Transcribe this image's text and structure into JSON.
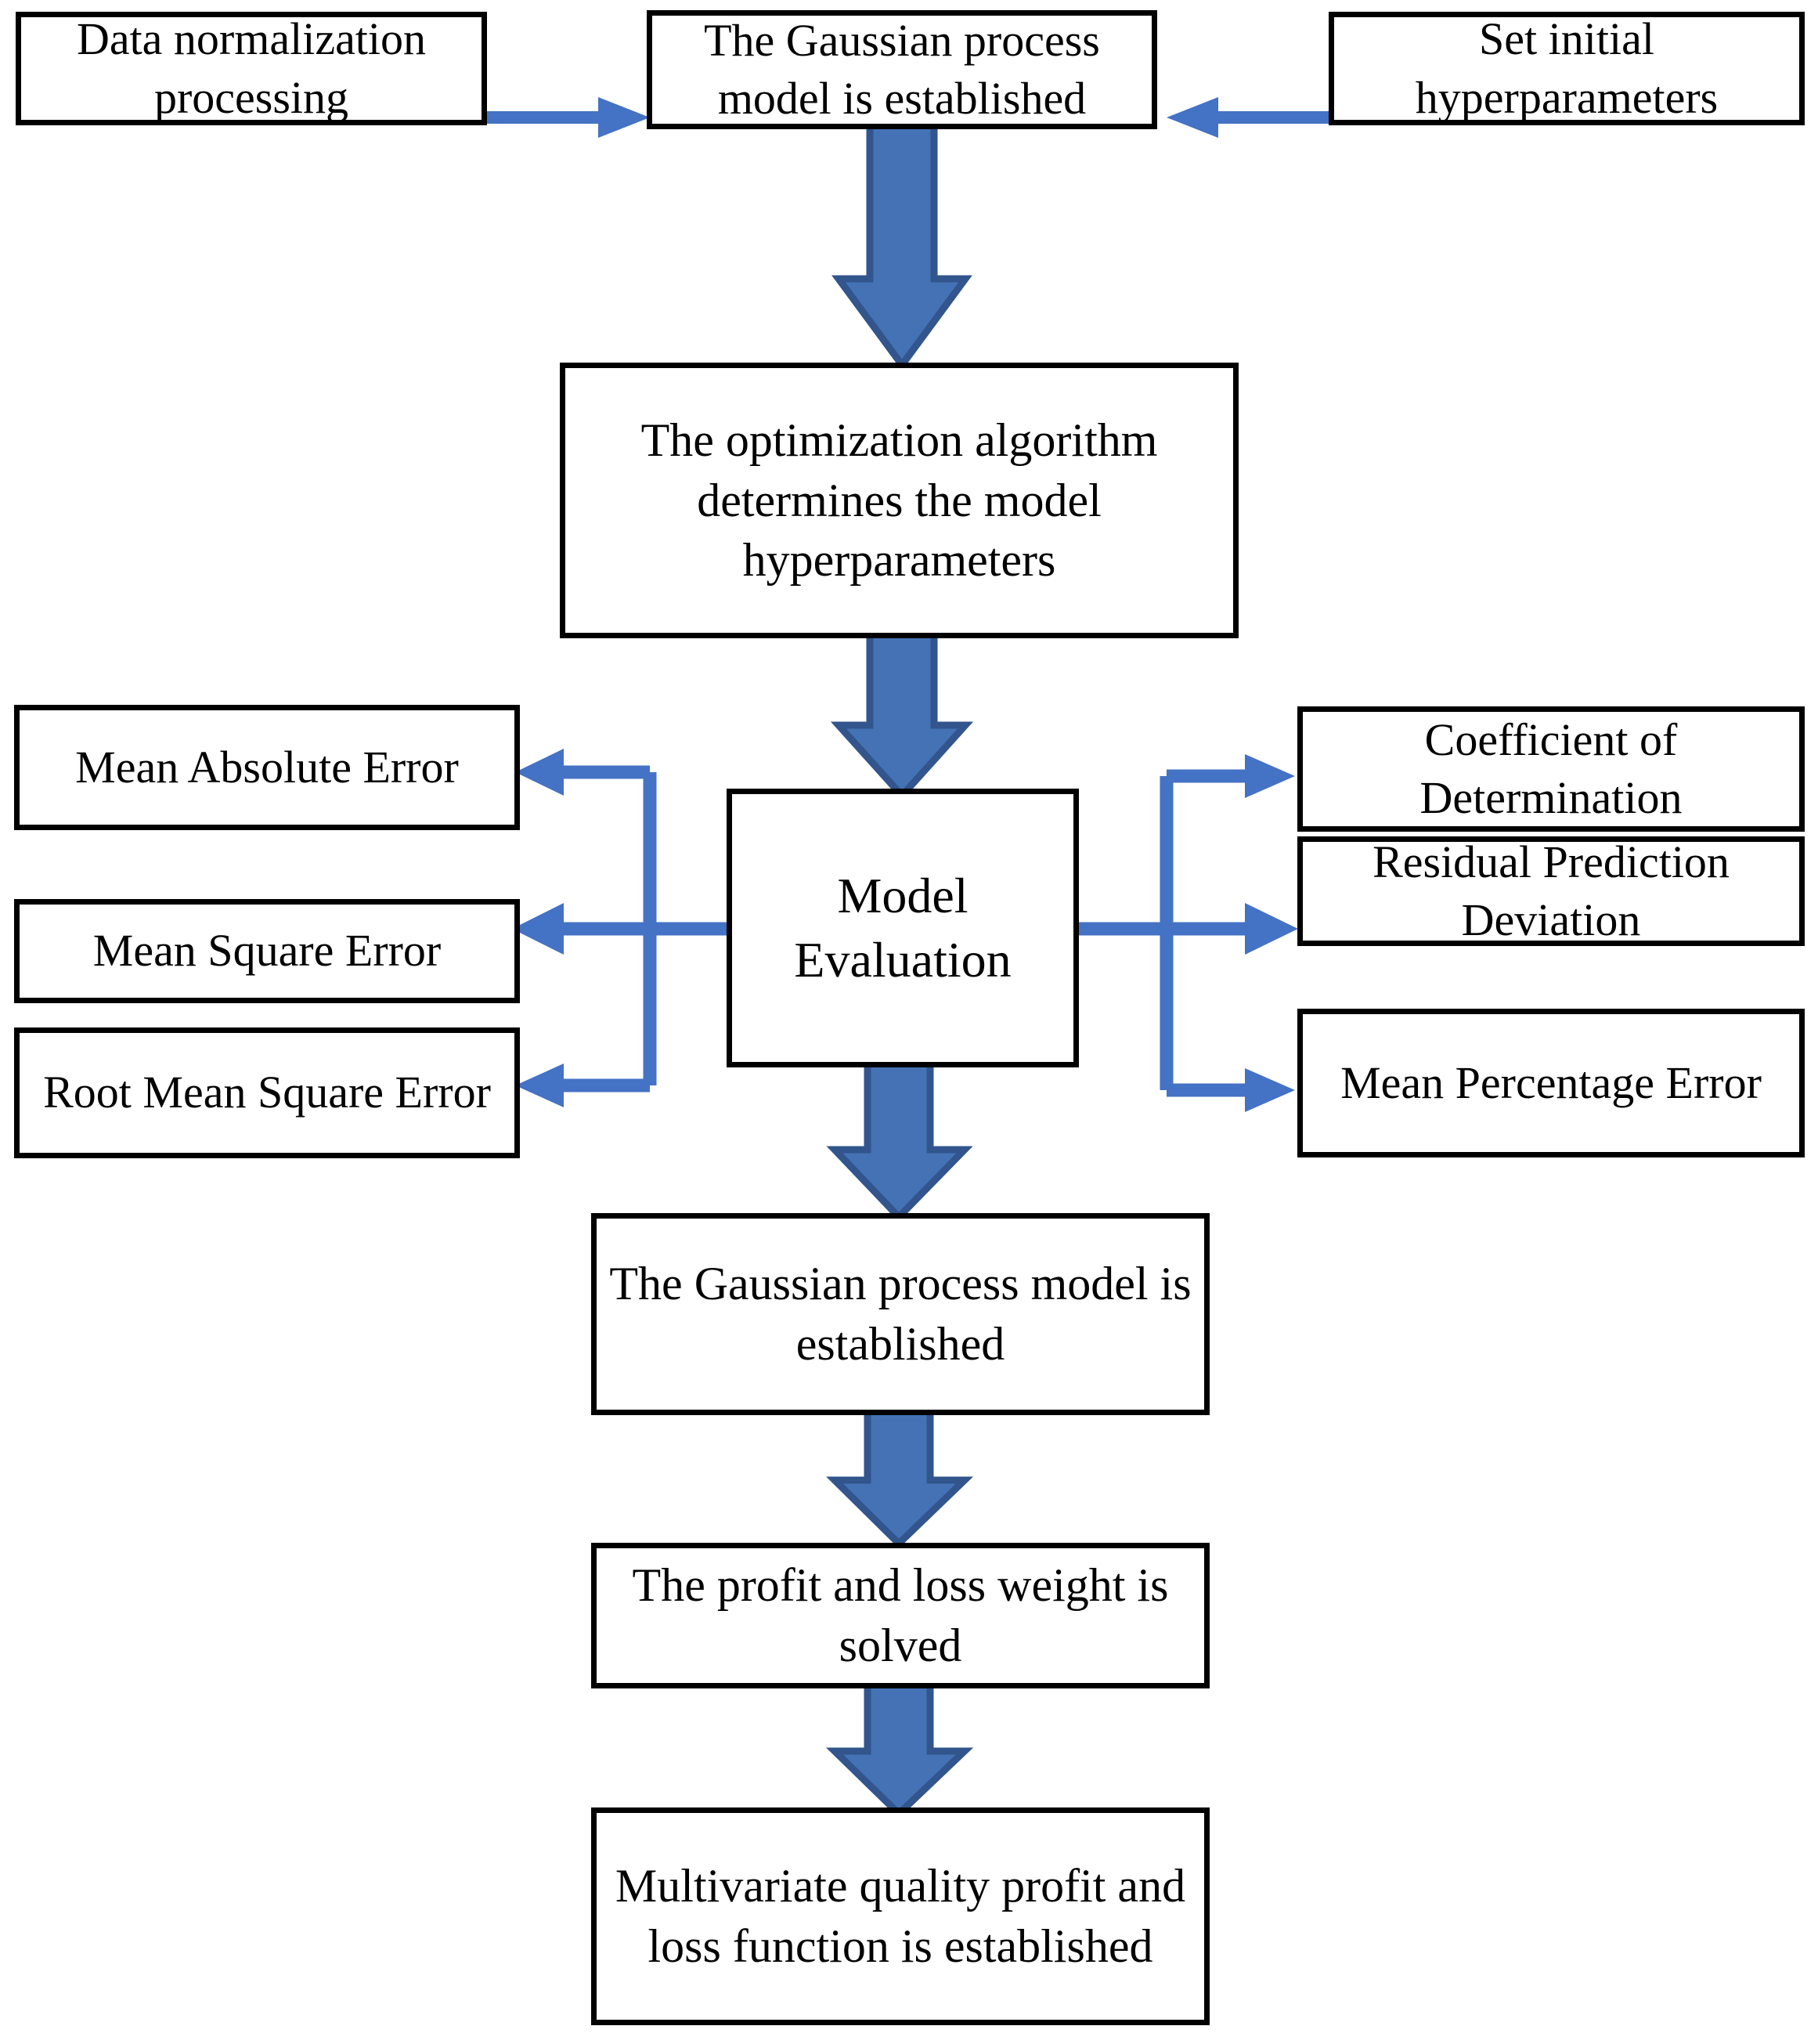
{
  "diagram": {
    "title": "Gaussian process model and multivariate quality profit and loss function flowchart",
    "colors": {
      "box_border": "#000000",
      "box_fill": "#ffffff",
      "text": "#000000",
      "block_arrow_fill": "#4472B5",
      "block_arrow_stroke": "#31558C",
      "line_arrow": "#4472C4"
    },
    "nodes": {
      "data_normalization": "Data normalization processing",
      "gaussian_model_top": "The Gaussian process model is established",
      "set_initial_hyperparameters": "Set initial hyperparameters",
      "optimization_algorithm": "The optimization algorithm determines the model hyperparameters",
      "model_evaluation": "Model Evaluation",
      "mean_absolute_error": "Mean Absolute Error",
      "mean_square_error": "Mean Square Error",
      "root_mean_square_error": "Root Mean Square Error",
      "coefficient_of_determination": "Coefficient of Determination",
      "residual_prediction_deviation": "Residual Prediction Deviation",
      "mean_percentage_error": "Mean Percentage Error",
      "gaussian_model_bottom": "The Gaussian process model is established",
      "profit_loss_weight": "The profit and loss weight is solved",
      "multivariate_function": "Multivariate quality profit and loss function is established"
    },
    "connectors": [
      {
        "name": "data-normalization-to-gaussian-model",
        "kind": "line-arrow",
        "direction": "right"
      },
      {
        "name": "set-hyperparameters-to-gaussian-model",
        "kind": "line-arrow",
        "direction": "left"
      },
      {
        "name": "gaussian-model-to-optimization",
        "kind": "block-arrow",
        "direction": "down"
      },
      {
        "name": "optimization-to-model-evaluation",
        "kind": "block-arrow",
        "direction": "down"
      },
      {
        "name": "model-evaluation-to-left-metrics",
        "kind": "branch-arrow",
        "direction": "left"
      },
      {
        "name": "model-evaluation-to-right-metrics",
        "kind": "branch-arrow",
        "direction": "right"
      },
      {
        "name": "model-evaluation-to-gaussian-model-bottom",
        "kind": "block-arrow",
        "direction": "down"
      },
      {
        "name": "gaussian-model-bottom-to-profit-loss-weight",
        "kind": "block-arrow",
        "direction": "down"
      },
      {
        "name": "profit-loss-weight-to-multivariate-function",
        "kind": "block-arrow",
        "direction": "down"
      }
    ]
  }
}
